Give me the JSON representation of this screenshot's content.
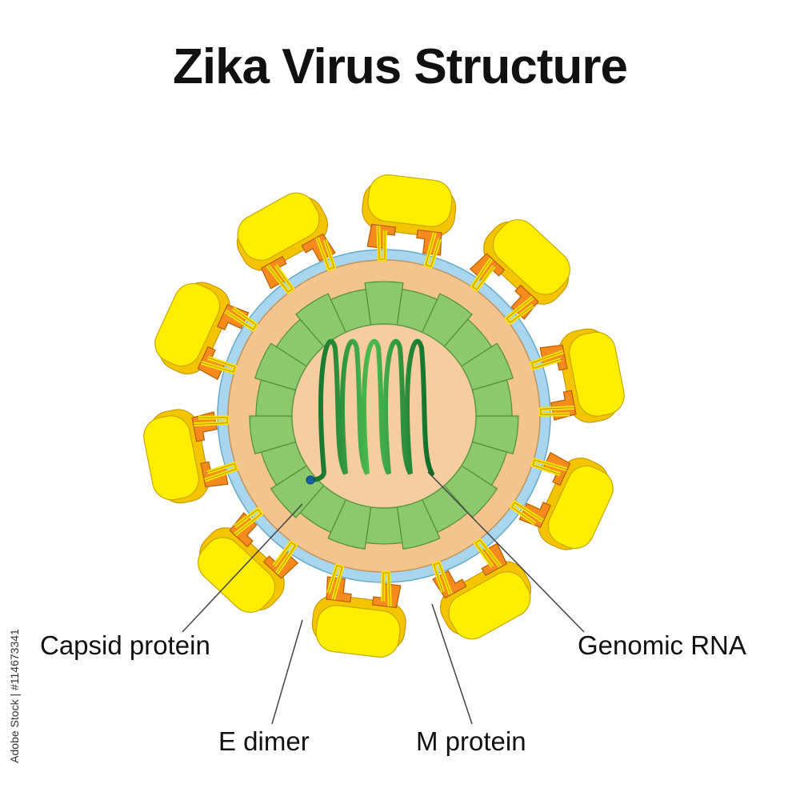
{
  "title": "Zika Virus Structure",
  "labels": {
    "capsid": "Capsid protein",
    "e_dimer": "E dimer",
    "m_protein": "M protein",
    "genomic_rna": "Genomic RNA"
  },
  "stock_id": "Adobe Stock | #114673341",
  "colors": {
    "e_dimer": "#ffee00",
    "e_dimer_dark": "#f5c400",
    "m_protein": "#f58a1f",
    "membrane": "#a9d6ef",
    "matrix": "#f3c48e",
    "capsid": "#8dc86d",
    "rna": "#1f8a3b"
  }
}
